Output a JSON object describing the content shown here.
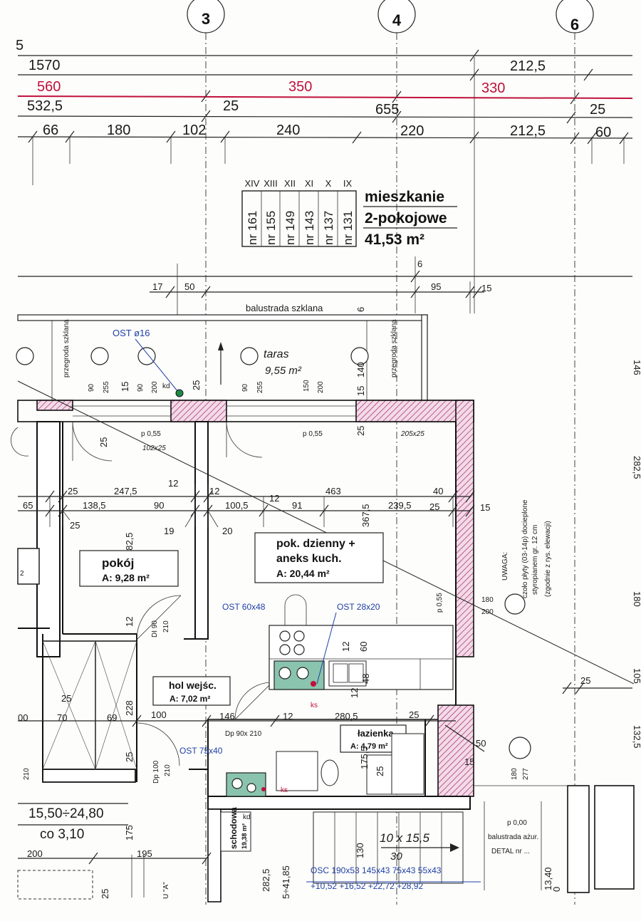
{
  "axes": [
    "3",
    "4",
    "6"
  ],
  "dims": {
    "r0": "5",
    "r1": [
      "1570",
      "212,5"
    ],
    "r2": [
      "560",
      "350",
      "330"
    ],
    "r3": [
      "532,5",
      "25",
      "655",
      "25"
    ],
    "r4": [
      "66",
      "180",
      "102",
      "240",
      "220",
      "212,5",
      "60"
    ],
    "small": [
      "17",
      "50",
      "6",
      "95",
      "15",
      "6"
    ],
    "inner": [
      "25",
      "247,5",
      "12",
      "12",
      "463",
      "40",
      "65",
      "138,5",
      "90",
      "100,5",
      "12",
      "91",
      "367,5",
      "239,5",
      "25",
      "15",
      "25",
      "382,5",
      "19",
      "20"
    ],
    "right": [
      "146",
      "282,5",
      "180",
      "105",
      "132,5"
    ],
    "lower": [
      "25",
      "70",
      "69",
      "228",
      "100",
      "146",
      "12",
      "280,5",
      "25",
      "50",
      "15",
      "12",
      "60",
      "48",
      "12",
      "25",
      "175,5",
      "25",
      "175",
      "200",
      "195",
      "282,5",
      "25",
      "00",
      "13,40",
      "0"
    ],
    "balc": [
      "90",
      "255",
      "15",
      "90",
      "200",
      "25",
      "90",
      "255",
      "150",
      "200",
      "15",
      "140",
      "25",
      "25"
    ]
  },
  "roman_header": [
    "XIV",
    "XIII",
    "XII",
    "XI",
    "X",
    "IX"
  ],
  "apartment_numbers": [
    "nr 161",
    "nr 155",
    "nr 149",
    "nr 143",
    "nr 137",
    "nr 131"
  ],
  "apartment": {
    "line1": "mieszkanie",
    "line2": "2-pokojowe",
    "area": "41,53 m²"
  },
  "balcony": {
    "railing": "balustrada szklana",
    "partition": "przegroda szklana",
    "ost": "OST ø16",
    "kd": "kd",
    "name": "taras",
    "area": "9,55 m²",
    "p1": "p 0,55",
    "p2": "p 0,55",
    "w1": "102x25",
    "w2": "205x25"
  },
  "rooms": {
    "pokoj": {
      "name": "pokój",
      "area": "A:  9,28 m²"
    },
    "living": {
      "name1": "pok. dzienny +",
      "name2": "aneks kuch.",
      "area": "A:  20,44 m²"
    },
    "hall": {
      "name": "hol wejśc.",
      "area": "A: 7,02 m²"
    },
    "bath": {
      "name": "łazienka",
      "area": "A: 4,79 m²"
    },
    "stair": {
      "name": "schodowa",
      "area": "19,38 m²",
      "level": "5÷41,85"
    }
  },
  "labels": {
    "ost60": "OST 60x48",
    "ost28": "OST 28x20",
    "ost75": "OST 75x40",
    "ks": "ks",
    "ks2": "ks",
    "p055": "p 0,55",
    "di90": "DI 90",
    "di90h": "210",
    "dp90": "Dp 90x 210",
    "dp100": "Dp 100",
    "dp100h": "210",
    "h210": "210",
    "win180": "180",
    "win200": "200",
    "win180b": "180",
    "win277": "277",
    "k2": "2",
    "kd2": "kd",
    "stairs_dim": "10 x 15,5",
    "stairs_30": "30",
    "stairs_130": "130",
    "osc": "OSC 190x53  145x43  75x43  55x43",
    "osc_levels": "+10,52   +16,52   +22,72   +28,92",
    "ua": "U \"A\"",
    "levels": "15,50÷24,80",
    "co": "co 3,10"
  },
  "note": {
    "title": "UWAGA:",
    "l1": "czoło płyty (03-14p) docieplone",
    "l2": "styropianem gr. 12 cm",
    "l3": "(zgodnie z rys. elewacji)"
  },
  "corner_note": {
    "p000": "p 0,00",
    "l1": "balustrada ażur.",
    "l2": "DETAL nr ..."
  }
}
